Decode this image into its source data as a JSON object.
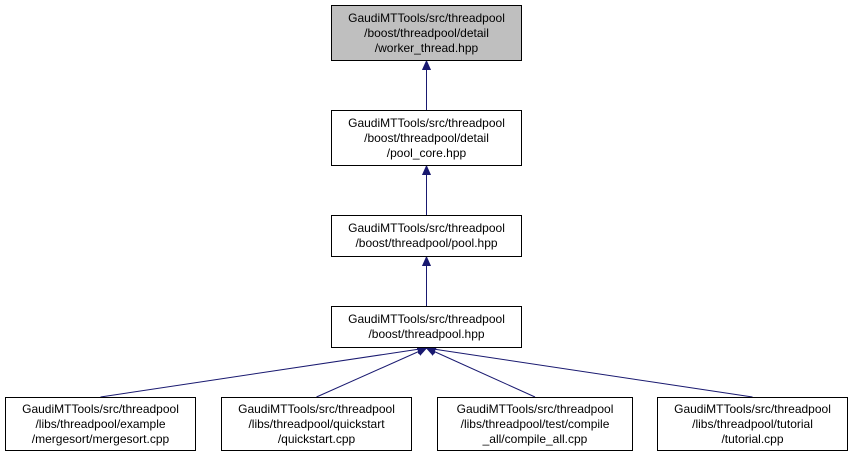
{
  "colors": {
    "edge": "#191970",
    "node_border": "#000000",
    "node_fill": "#ffffff",
    "root_fill": "#bfbfbf",
    "text": "#000000"
  },
  "nodes": [
    {
      "id": "worker_thread",
      "role": "root",
      "lines": [
        "GaudiMTTools/src/threadpool",
        "/boost/threadpool/detail",
        "/worker_thread.hpp"
      ]
    },
    {
      "id": "pool_core",
      "lines": [
        "GaudiMTTools/src/threadpool",
        "/boost/threadpool/detail",
        "/pool_core.hpp"
      ]
    },
    {
      "id": "pool",
      "lines": [
        "GaudiMTTools/src/threadpool",
        "/boost/threadpool/pool.hpp"
      ]
    },
    {
      "id": "threadpool",
      "lines": [
        "GaudiMTTools/src/threadpool",
        "/boost/threadpool.hpp"
      ]
    },
    {
      "id": "mergesort",
      "lines": [
        "GaudiMTTools/src/threadpool",
        "/libs/threadpool/example",
        "/mergesort/mergesort.cpp"
      ]
    },
    {
      "id": "quickstart",
      "lines": [
        "GaudiMTTools/src/threadpool",
        "/libs/threadpool/quickstart",
        "/quickstart.cpp"
      ]
    },
    {
      "id": "compile_all",
      "lines": [
        "GaudiMTTools/src/threadpool",
        "/libs/threadpool/test/compile",
        "_all/compile_all.cpp"
      ]
    },
    {
      "id": "tutorial",
      "lines": [
        "GaudiMTTools/src/threadpool",
        "/libs/threadpool/tutorial",
        "/tutorial.cpp"
      ]
    }
  ],
  "edges": [
    {
      "from": "pool_core",
      "to": "worker_thread"
    },
    {
      "from": "pool",
      "to": "pool_core"
    },
    {
      "from": "threadpool",
      "to": "pool"
    },
    {
      "from": "mergesort",
      "to": "threadpool"
    },
    {
      "from": "quickstart",
      "to": "threadpool"
    },
    {
      "from": "compile_all",
      "to": "threadpool"
    },
    {
      "from": "tutorial",
      "to": "threadpool"
    }
  ]
}
